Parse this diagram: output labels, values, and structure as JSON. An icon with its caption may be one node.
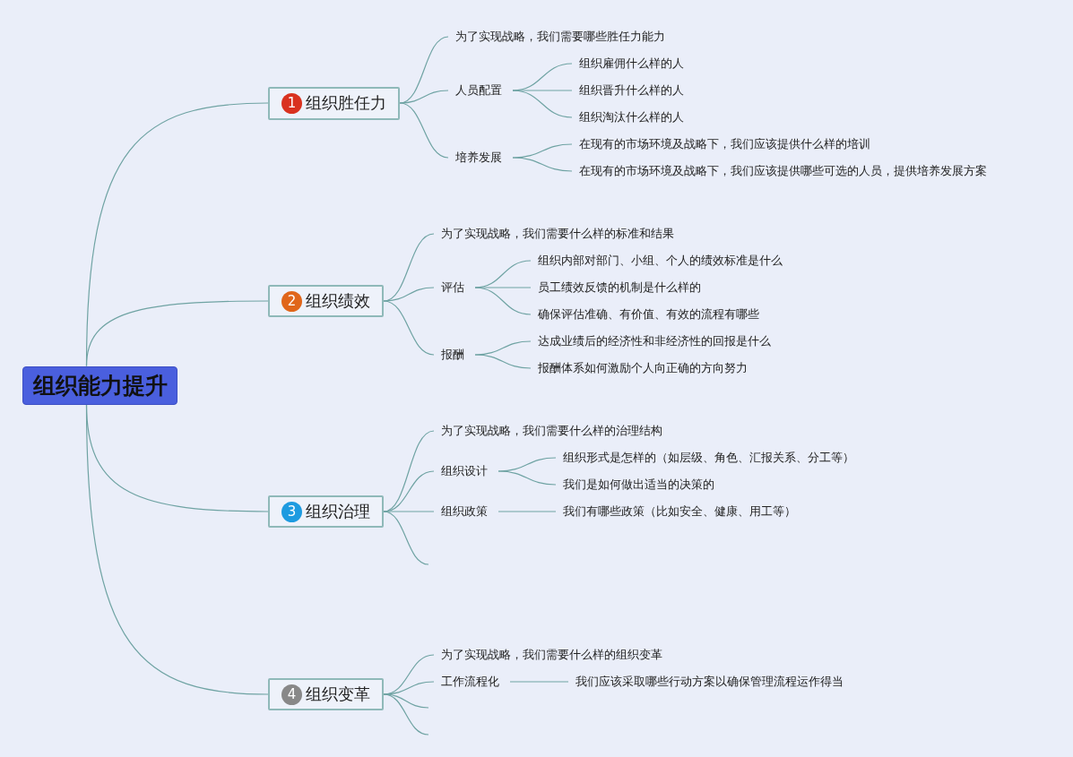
{
  "diagram": {
    "nodes": [
      {
        "text": [
          "组织能力提升"
        ]
      },
      {
        "text": [
          "1",
          "组织胜任力"
        ]
      },
      {
        "text": [
          "为了实现战略，我们需要哪些胜任力能力"
        ]
      },
      {
        "text": [
          "人员配置"
        ]
      },
      {
        "text": [
          "组织雇佣什么样的人"
        ]
      },
      {
        "text": [
          "组织晋升什么样的人"
        ]
      },
      {
        "text": [
          "组织淘汰什么样的人"
        ]
      },
      {
        "text": [
          "培养发展"
        ]
      },
      {
        "text": [
          "在现有的市场环境及战略下，我们应该提供什么样的培训"
        ]
      },
      {
        "text": [
          "在现有的市场环境及战略下，我们应该提供哪些可选的人员，提供培养发展方案"
        ]
      },
      {
        "text": [
          "2",
          "组织绩效"
        ]
      },
      {
        "text": [
          "为了实现战略，我们需要什么样的标准和结果"
        ]
      },
      {
        "text": [
          "评估"
        ]
      },
      {
        "text": [
          "组织内部对部门、小组、个人的绩效标准是什么"
        ]
      },
      {
        "text": [
          "员工绩效反馈的机制是什么样的"
        ]
      },
      {
        "text": [
          "确保评估准确、有价值、有效的流程有哪些"
        ]
      },
      {
        "text": [
          "报酬"
        ]
      },
      {
        "text": [
          "达成业绩后的经济性和非经济性的回报是什么"
        ]
      },
      {
        "text": [
          "报酬体系如何激励个人向正确的方向努力"
        ]
      },
      {
        "text": [
          "3",
          "组织治理"
        ]
      },
      {
        "text": [
          "为了实现战略，我们需要什么样的治理结构"
        ]
      },
      {
        "text": [
          "组织设计"
        ]
      },
      {
        "text": [
          "组织形式是怎样的（如层级、角色、汇报关系、分工等）"
        ]
      },
      {
        "text": [
          "我们是如何做出适当的决策的"
        ]
      },
      {
        "text": [
          "组织政策"
        ]
      },
      {
        "text": [
          "我们有哪些政策（比如安全、健康、用工等）"
        ]
      },
      {
        "text": [
          "4",
          "组织变革"
        ]
      },
      {
        "text": [
          "为了实现战略，我们需要什么样的组织变革"
        ]
      },
      {
        "text": [
          "工作流程化"
        ]
      },
      {
        "text": [
          "我们应该采取哪些行动方案以确保管理流程运作得当"
        ]
      }
    ],
    "edges": [
      {
        "from": 0,
        "to": 1,
        "arrow": "none"
      },
      {
        "from": 0,
        "to": 10,
        "arrow": "none"
      },
      {
        "from": 0,
        "to": 19,
        "arrow": "none"
      },
      {
        "from": 0,
        "to": 26,
        "arrow": "none"
      },
      {
        "from": 1,
        "to": 2,
        "arrow": "none"
      },
      {
        "from": 1,
        "to": 3,
        "arrow": "none"
      },
      {
        "from": 1,
        "to": 7,
        "arrow": "none"
      },
      {
        "from": 3,
        "to": 4,
        "arrow": "none"
      },
      {
        "from": 3,
        "to": 5,
        "arrow": "none"
      },
      {
        "from": 3,
        "to": 6,
        "arrow": "none"
      },
      {
        "from": 7,
        "to": 8,
        "arrow": "none"
      },
      {
        "from": 7,
        "to": 9,
        "arrow": "none"
      },
      {
        "from": 10,
        "to": 11,
        "arrow": "none"
      },
      {
        "from": 10,
        "to": 12,
        "arrow": "none"
      },
      {
        "from": 10,
        "to": 16,
        "arrow": "none"
      },
      {
        "from": 12,
        "to": 13,
        "arrow": "none"
      },
      {
        "from": 12,
        "to": 14,
        "arrow": "none"
      },
      {
        "from": 12,
        "to": 15,
        "arrow": "none"
      },
      {
        "from": 16,
        "to": 17,
        "arrow": "none"
      },
      {
        "from": 16,
        "to": 18,
        "arrow": "none"
      },
      {
        "from": 19,
        "to": 20,
        "arrow": "none"
      },
      {
        "from": 19,
        "to": 21,
        "arrow": "none"
      },
      {
        "from": 19,
        "to": 24,
        "arrow": "none"
      },
      {
        "from": 19,
        "to": null,
        "arrow": "none"
      },
      {
        "from": 21,
        "to": 22,
        "arrow": "none"
      },
      {
        "from": 21,
        "to": 23,
        "arrow": "none"
      },
      {
        "from": 24,
        "to": 25,
        "arrow": "none"
      },
      {
        "from": 26,
        "to": 27,
        "arrow": "none"
      },
      {
        "from": 26,
        "to": 28,
        "arrow": "none"
      },
      {
        "from": 26,
        "to": null,
        "arrow": "none"
      },
      {
        "from": 26,
        "to": null,
        "arrow": "none"
      },
      {
        "from": 28,
        "to": 29,
        "arrow": "none"
      }
    ]
  }
}
